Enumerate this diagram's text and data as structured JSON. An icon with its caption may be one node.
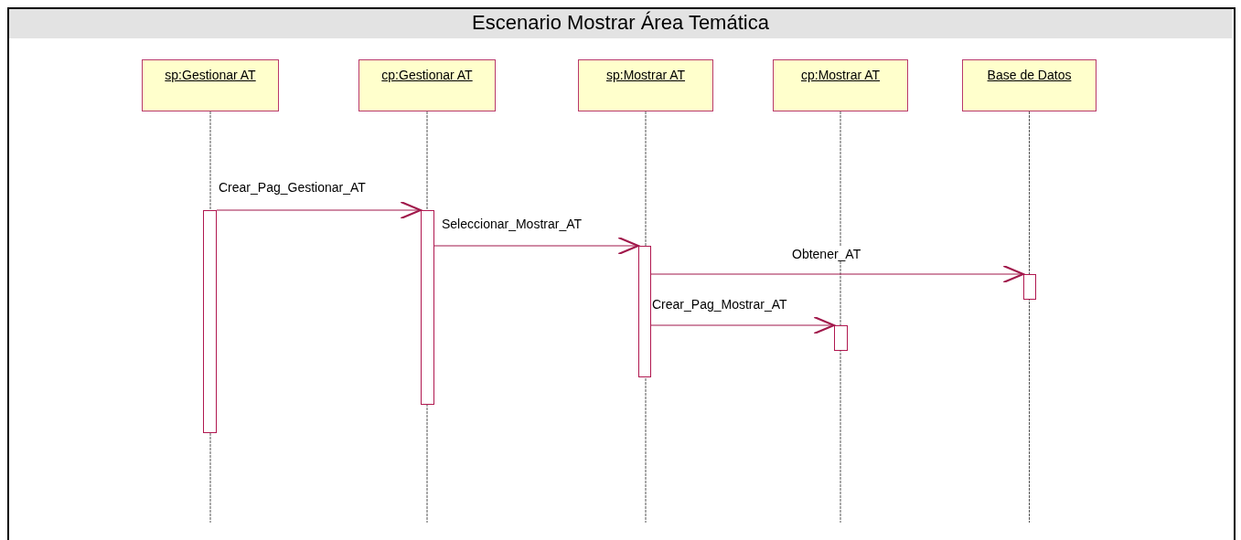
{
  "diagram": {
    "title": "Escenario Mostrar Área Temática",
    "nodes": [
      {
        "text": [
          "sp:Gestionar AT"
        ]
      },
      {
        "text": [
          "cp:Gestionar AT"
        ]
      },
      {
        "text": [
          "sp:Mostrar AT"
        ]
      },
      {
        "text": [
          "cp:Mostrar AT"
        ]
      },
      {
        "text": [
          "Base de Datos"
        ]
      },
      {
        "text": [],
        "shape": "bar"
      },
      {
        "text": [],
        "shape": "bar"
      },
      {
        "text": [],
        "shape": "bar"
      },
      {
        "text": [],
        "shape": "bar"
      },
      {
        "text": [],
        "shape": "bar"
      }
    ],
    "edges": [
      {
        "from": 5,
        "to": 6,
        "arrow": "to",
        "label": "Crear_Pag_Gestionar_AT"
      },
      {
        "from": 6,
        "to": 7,
        "arrow": "to",
        "label": "Seleccionar_Mostrar_AT"
      },
      {
        "from": 7,
        "to": 9,
        "arrow": "to",
        "label": "Obtener_AT"
      },
      {
        "from": 7,
        "to": 8,
        "arrow": "to",
        "label": "Crear_Pag_Mostrar_AT"
      }
    ]
  }
}
